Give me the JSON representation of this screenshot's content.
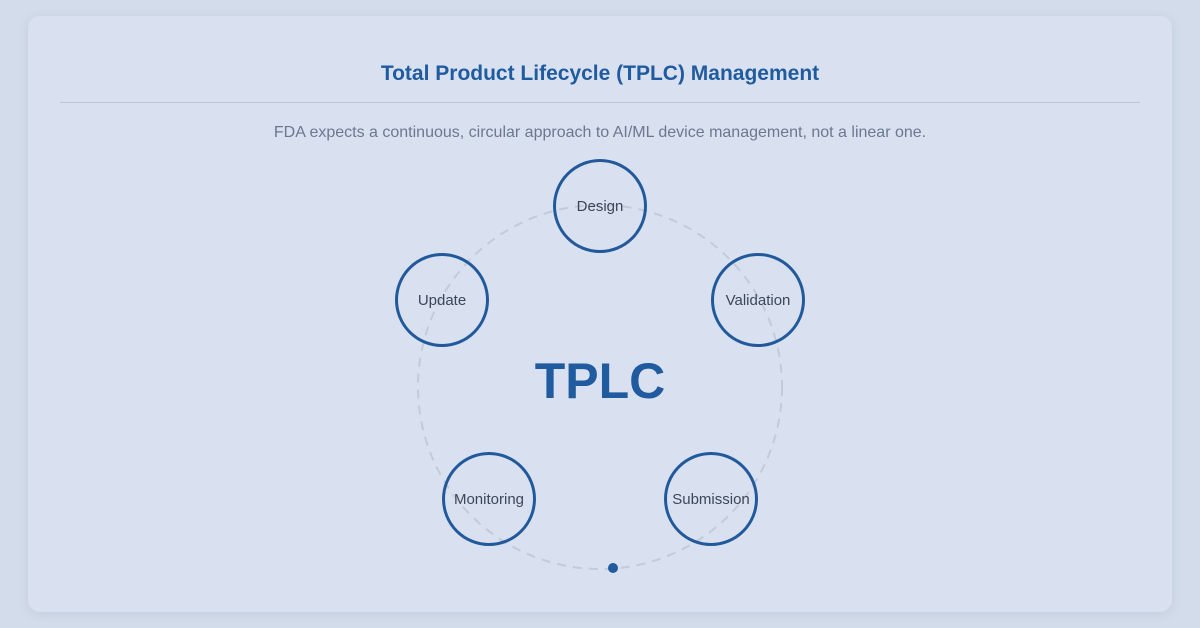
{
  "title": "Total Product Lifecycle (TPLC) Management",
  "subtitle": "FDA expects a continuous, circular approach to AI/ML device management, not a linear one.",
  "center_label": "TPLC",
  "stages": [
    {
      "label": "Design"
    },
    {
      "label": "Validation"
    },
    {
      "label": "Submission"
    },
    {
      "label": "Monitoring"
    },
    {
      "label": "Update"
    }
  ],
  "colors": {
    "accent": "#1f5b9e",
    "card": "#d9e1f0",
    "background": "#d3dcea"
  }
}
